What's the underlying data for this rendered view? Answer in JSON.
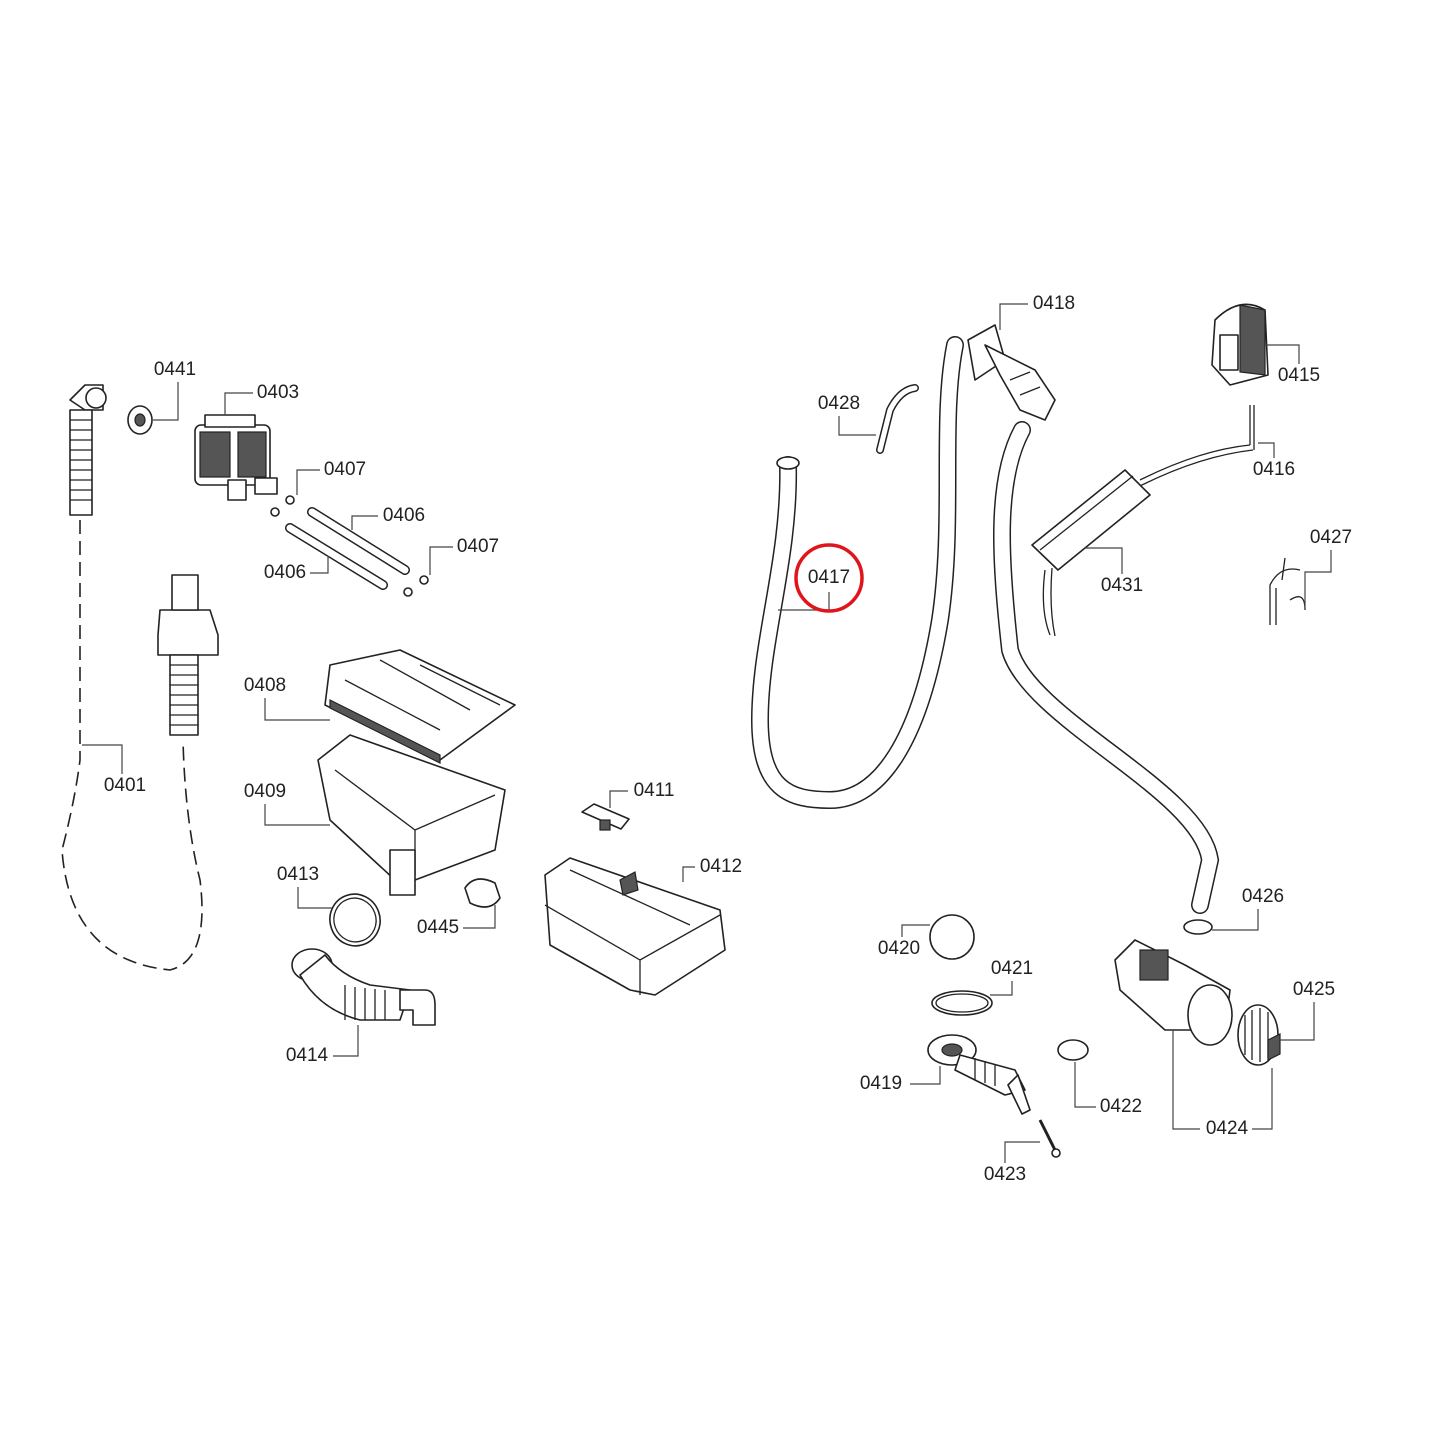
{
  "diagram": {
    "highlight_color": "#e0141b",
    "highlighted_part": "0417",
    "labels": {
      "p0441": "0441",
      "p0403": "0403",
      "p0407a": "0407",
      "p0406a": "0406",
      "p0406b": "0406",
      "p0407b": "0407",
      "p0401": "0401",
      "p0408": "0408",
      "p0409": "0409",
      "p0413": "0413",
      "p0445": "0445",
      "p0414": "0414",
      "p0411": "0411",
      "p0412": "0412",
      "p0428": "0428",
      "p0418": "0418",
      "p0415": "0415",
      "p0416": "0416",
      "p0417": "0417",
      "p0431": "0431",
      "p0427": "0427",
      "p0426": "0426",
      "p0420": "0420",
      "p0421": "0421",
      "p0425": "0425",
      "p0419": "0419",
      "p0422": "0422",
      "p0424": "0424",
      "p0423": "0423"
    }
  }
}
